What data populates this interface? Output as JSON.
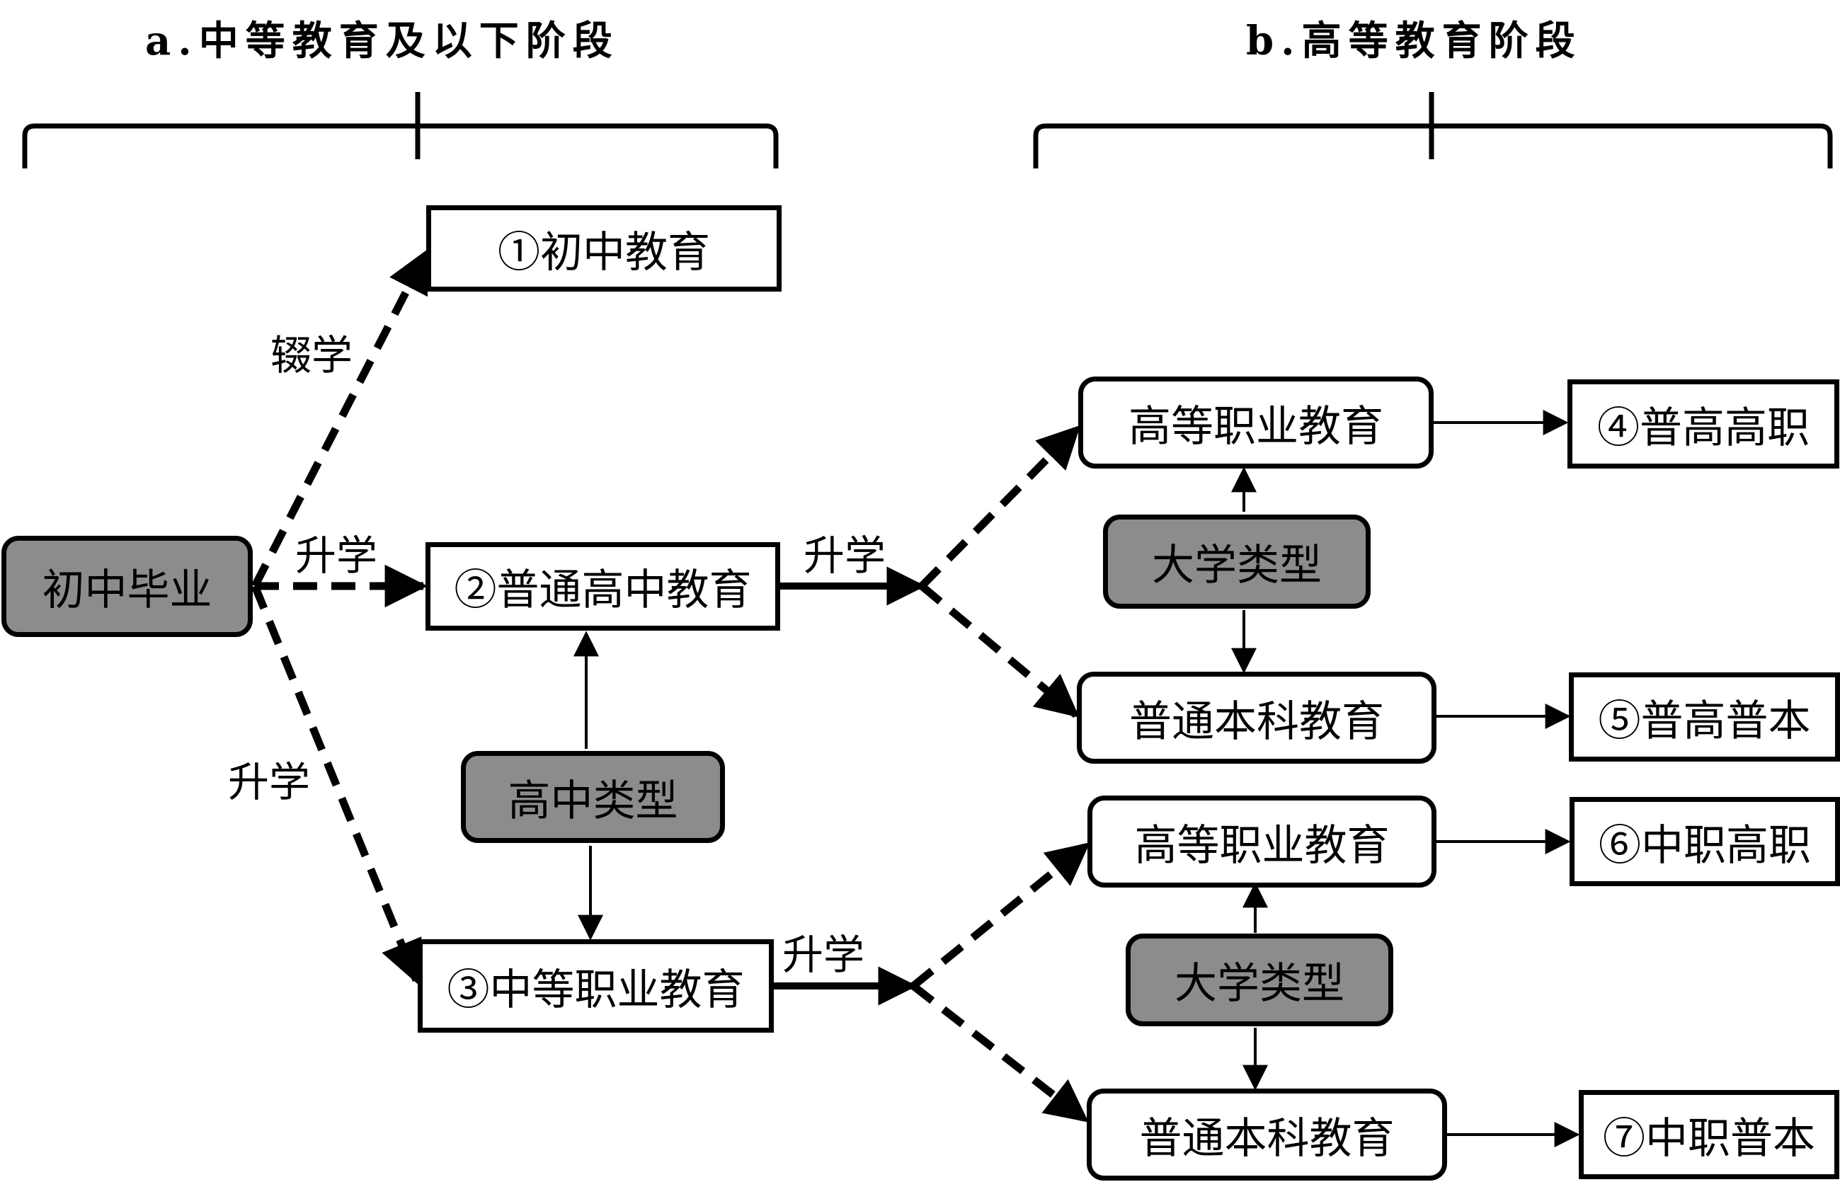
{
  "headings": {
    "secondary": "a.中等教育及以下阶段",
    "higher": "b.高等教育阶段"
  },
  "nodes": {
    "junior_grad": "初中毕业",
    "junior_edu": "①初中教育",
    "general_high": "②普通高中教育",
    "high_type": "高中类型",
    "vocational_high": "③中等职业教育",
    "higher_voc_1": "高等职业教育",
    "uni_type_1": "大学类型",
    "undergrad_1": "普通本科教育",
    "higher_voc_2": "高等职业教育",
    "uni_type_2": "大学类型",
    "undergrad_2": "普通本科教育",
    "path_4": "④普高高职",
    "path_5": "⑤普高普本",
    "path_6": "⑥中职高职",
    "path_7": "⑦中职普本"
  },
  "edge_labels": {
    "dropout": "辍学",
    "promote_general": "升学",
    "promote_vocational": "升学",
    "promote_general_higher": "升学",
    "promote_vocational_higher": "升学"
  },
  "colors": {
    "stroke": "#000000",
    "gray_fill": "#8c8c8c",
    "box_fill": "#ffffff"
  }
}
